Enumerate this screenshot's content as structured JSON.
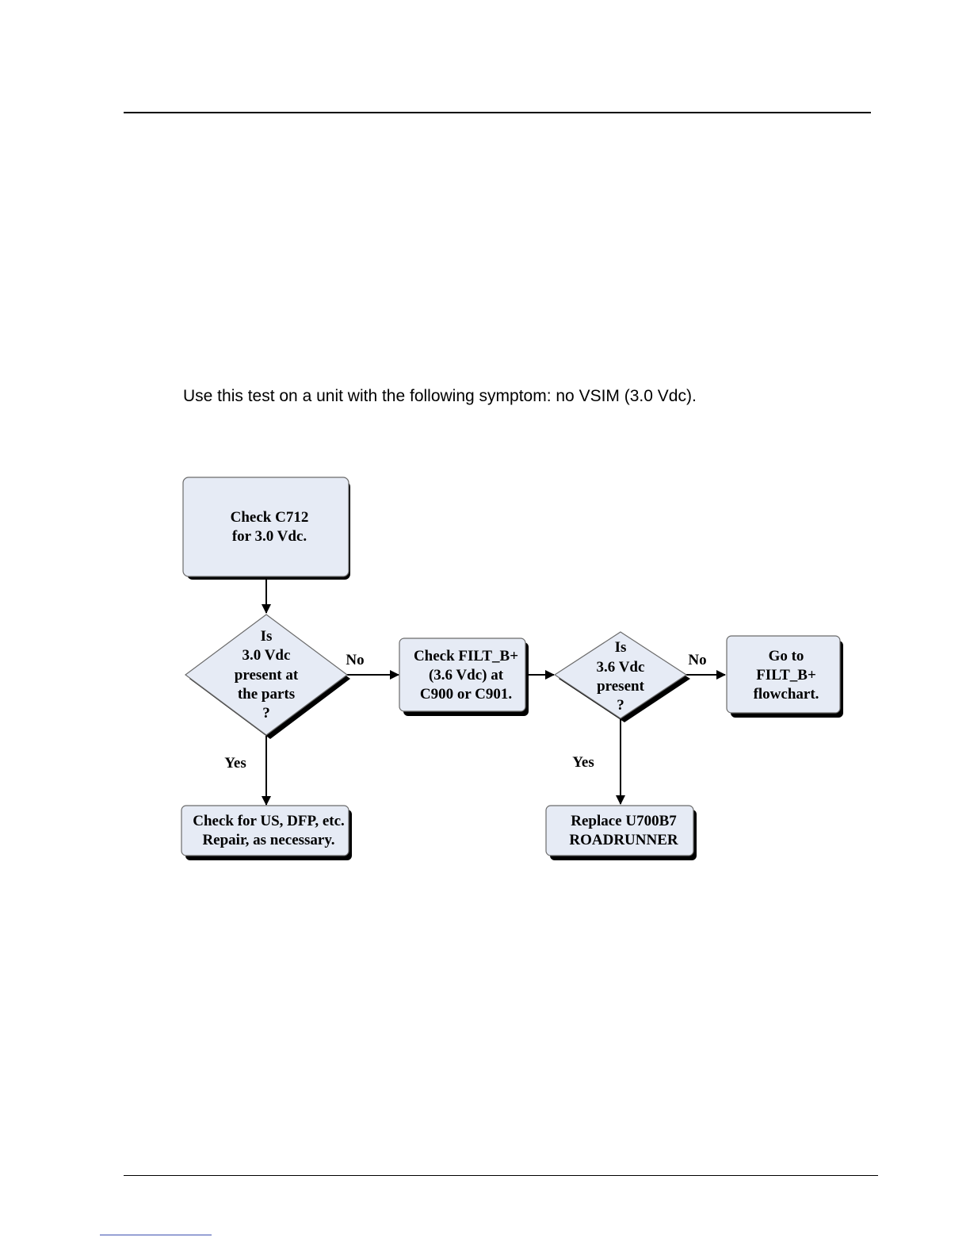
{
  "intro_text": "Use this test on a unit with the following symptom: no VSIM (3.0 Vdc).",
  "colors": {
    "node_fill": "#e6ebf5",
    "node_stroke": "#6b6b6b",
    "shadow": "#000000",
    "line": "#000000"
  },
  "flowchart": {
    "check_c712": [
      "Check C712",
      "for 3.0 Vdc."
    ],
    "decision_3v0": [
      "Is",
      "3.0 Vdc",
      "present at",
      "the parts",
      "?"
    ],
    "check_filt": [
      "Check FILT_B+",
      "(3.6 Vdc) at",
      "C900 or C901."
    ],
    "decision_3v6": [
      "Is",
      "3.6 Vdc",
      "present",
      "?"
    ],
    "goto_filt": [
      "Go to",
      "FILT_B+",
      "flowchart."
    ],
    "check_us": [
      "Check for US, DFP, etc.",
      "Repair, as necessary."
    ],
    "replace_u700": [
      "Replace U700B7",
      "ROADRUNNER"
    ],
    "label_no_1": "No",
    "label_no_2": "No",
    "label_yes_1": "Yes",
    "label_yes_2": "Yes"
  }
}
